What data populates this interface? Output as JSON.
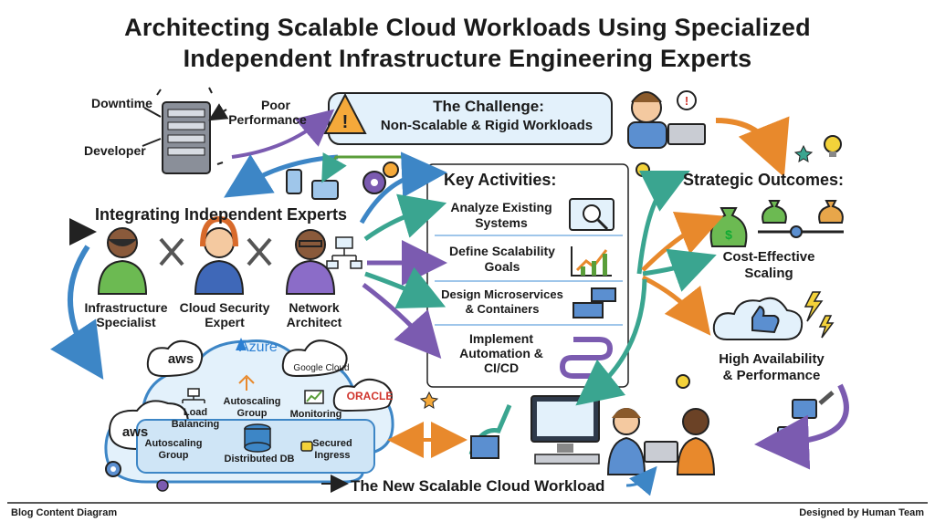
{
  "title": {
    "line1": "Architecting Scalable Cloud Workloads Using Specialized",
    "line2": "Independent Infrastructure Engineering Experts"
  },
  "problem": {
    "downtime": "Downtime",
    "poor": "Poor",
    "performance": "Performance",
    "developer": "Developer"
  },
  "challenge": {
    "line1": "The Challenge:",
    "line2": "Non-Scalable & Rigid Workloads"
  },
  "experts": {
    "heading": "Integrating Independent Experts",
    "items": [
      {
        "line1": "Infrastructure",
        "line2": "Specialist"
      },
      {
        "line1": "Cloud Security",
        "line2": "Expert"
      },
      {
        "line1": "Network",
        "line2": "Architect"
      }
    ]
  },
  "activities": {
    "heading": "Key Activities:",
    "items": [
      {
        "line1": "Analyze Existing",
        "line2": "Systems"
      },
      {
        "line1": "Define Scalability",
        "line2": "Goals"
      },
      {
        "line1": "Design Microservices",
        "line2": "& Containers"
      },
      {
        "line1": "Implement",
        "line2": "Automation &",
        "line3": "CI/CD"
      }
    ]
  },
  "outcomes": {
    "heading": "Strategic Outcomes:",
    "items": [
      {
        "line1": "Cost-Effective",
        "line2": "Scaling"
      },
      {
        "line1": "High Availability",
        "line2": "& Performance"
      }
    ]
  },
  "cloud": {
    "providers": {
      "azure": "Azure",
      "aws": "aws",
      "google": "Google Cloud",
      "oracle": "ORACLE"
    },
    "components": {
      "load1": "Load",
      "load2": "Balancing",
      "asg_top1": "Autoscaling",
      "asg_top2": "Group",
      "monitoring": "Monitoring",
      "asg_left1": "Autoscaling",
      "asg_left2": "Group",
      "db": "Distributed DB",
      "ingress1": "Secured",
      "ingress2": "Ingress"
    }
  },
  "new_workload": "The New Scalable Cloud Workload",
  "footer": {
    "left": "Blog Content Diagram",
    "right": "Designed by Human Team"
  },
  "colors": {
    "blue": "#3d86c6",
    "purple": "#7b5bb0",
    "teal": "#3aa590",
    "orange": "#e8892c",
    "green": "#5a9e3a",
    "cloud": "#e3f1fb"
  },
  "icons": [
    "server-icon",
    "warning-icon",
    "stressed-person-icon",
    "gear-icon",
    "phone-icon",
    "tablet-icon",
    "tools-icon",
    "network-icon",
    "magnifier-icon",
    "growth-chart-icon",
    "container-icon",
    "pipeline-icon",
    "money-bag-icon",
    "slider-icon",
    "thumbs-up-cloud-icon",
    "lightning-icon",
    "lightbulb-icon",
    "star-icon",
    "monitor-icon",
    "laptop-icon",
    "database-icon",
    "lock-icon",
    "people-icon"
  ]
}
